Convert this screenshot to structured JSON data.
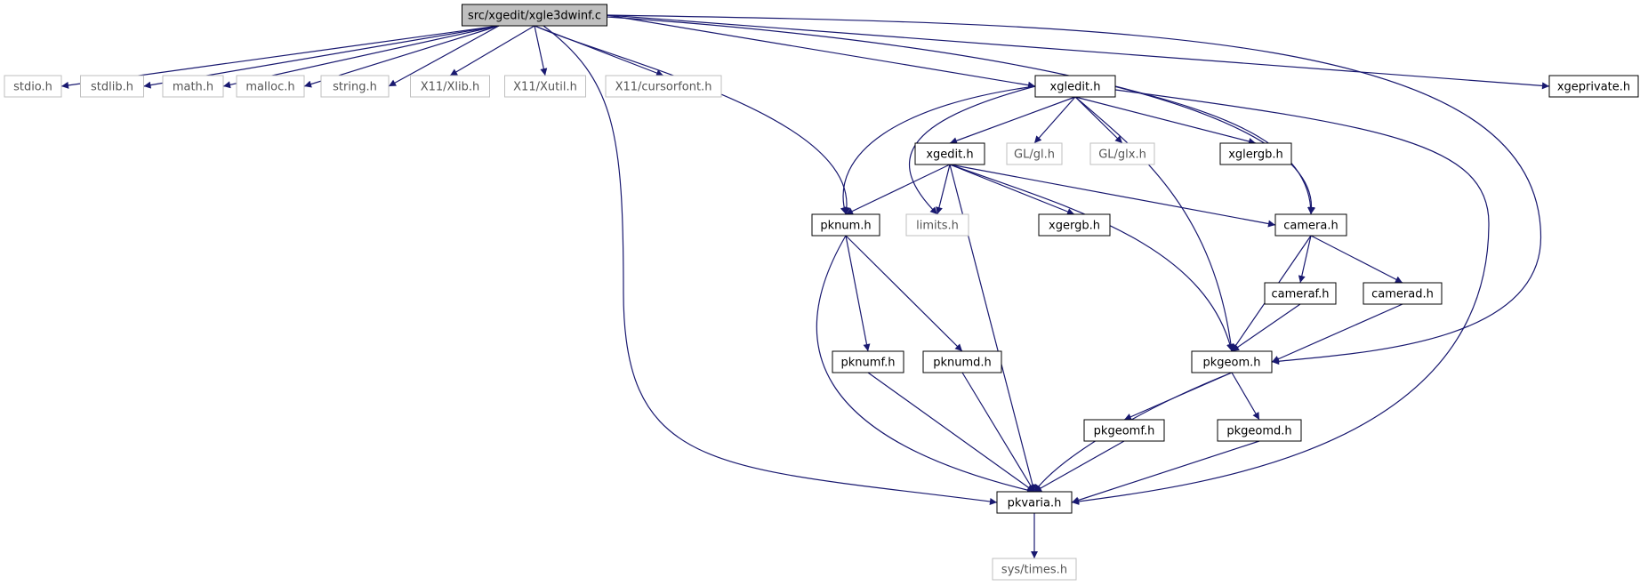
{
  "graph": {
    "title": "src/xgedit/xgle3dwinf.c",
    "colors": {
      "edge": "#191970",
      "border_normal": "#000000",
      "border_external": "#bfbfbf",
      "root_fill": "#bfbfbf",
      "fill": "#ffffff",
      "text_normal": "#000000",
      "text_external": "#555555"
    },
    "nodes": [
      {
        "id": "root",
        "label": "src/xgedit/xgle3dwinf.c",
        "kind": "root"
      },
      {
        "id": "stdio",
        "label": "stdio.h",
        "kind": "external"
      },
      {
        "id": "stdlib",
        "label": "stdlib.h",
        "kind": "external"
      },
      {
        "id": "math",
        "label": "math.h",
        "kind": "external"
      },
      {
        "id": "malloc",
        "label": "malloc.h",
        "kind": "external"
      },
      {
        "id": "string",
        "label": "string.h",
        "kind": "external"
      },
      {
        "id": "xlib",
        "label": "X11/Xlib.h",
        "kind": "external"
      },
      {
        "id": "xutil",
        "label": "X11/Xutil.h",
        "kind": "external"
      },
      {
        "id": "cursorfont",
        "label": "X11/cursorfont.h",
        "kind": "external"
      },
      {
        "id": "xgledit",
        "label": "xgledit.h",
        "kind": "normal"
      },
      {
        "id": "xgeprivate",
        "label": "xgeprivate.h",
        "kind": "normal"
      },
      {
        "id": "xgedit",
        "label": "xgedit.h",
        "kind": "normal"
      },
      {
        "id": "glh",
        "label": "GL/gl.h",
        "kind": "external"
      },
      {
        "id": "glx",
        "label": "GL/glx.h",
        "kind": "external"
      },
      {
        "id": "xglergb",
        "label": "xglergb.h",
        "kind": "normal"
      },
      {
        "id": "pknum",
        "label": "pknum.h",
        "kind": "normal"
      },
      {
        "id": "limits",
        "label": "limits.h",
        "kind": "external"
      },
      {
        "id": "xgergb",
        "label": "xgergb.h",
        "kind": "normal"
      },
      {
        "id": "camera",
        "label": "camera.h",
        "kind": "normal"
      },
      {
        "id": "cameraf",
        "label": "cameraf.h",
        "kind": "normal"
      },
      {
        "id": "camerad",
        "label": "camerad.h",
        "kind": "normal"
      },
      {
        "id": "pknumf",
        "label": "pknumf.h",
        "kind": "normal"
      },
      {
        "id": "pknumd",
        "label": "pknumd.h",
        "kind": "normal"
      },
      {
        "id": "pkgeom",
        "label": "pkgeom.h",
        "kind": "normal"
      },
      {
        "id": "pkgeomf",
        "label": "pkgeomf.h",
        "kind": "normal"
      },
      {
        "id": "pkgeomd",
        "label": "pkgeomd.h",
        "kind": "normal"
      },
      {
        "id": "pkvaria",
        "label": "pkvaria.h",
        "kind": "normal"
      },
      {
        "id": "systimes",
        "label": "sys/times.h",
        "kind": "external"
      }
    ],
    "edges": [
      [
        "root",
        "stdio"
      ],
      [
        "root",
        "stdlib"
      ],
      [
        "root",
        "math"
      ],
      [
        "root",
        "malloc"
      ],
      [
        "root",
        "string"
      ],
      [
        "root",
        "xlib"
      ],
      [
        "root",
        "xutil"
      ],
      [
        "root",
        "cursorfont"
      ],
      [
        "root",
        "xgledit"
      ],
      [
        "root",
        "xgeprivate"
      ],
      [
        "root",
        "pknum"
      ],
      [
        "root",
        "camera"
      ],
      [
        "root",
        "pkgeom"
      ],
      [
        "root",
        "pkvaria"
      ],
      [
        "xgledit",
        "xgedit"
      ],
      [
        "xgledit",
        "glh"
      ],
      [
        "xgledit",
        "glx"
      ],
      [
        "xgledit",
        "xglergb"
      ],
      [
        "xgledit",
        "pknum"
      ],
      [
        "xgledit",
        "limits"
      ],
      [
        "xgledit",
        "camera"
      ],
      [
        "xgledit",
        "pkgeom"
      ],
      [
        "xgledit",
        "pkvaria"
      ],
      [
        "xgedit",
        "pknum"
      ],
      [
        "xgedit",
        "limits"
      ],
      [
        "xgedit",
        "xgergb"
      ],
      [
        "xgedit",
        "camera"
      ],
      [
        "xgedit",
        "pkgeom"
      ],
      [
        "xgedit",
        "pkvaria"
      ],
      [
        "pknum",
        "pknumf"
      ],
      [
        "pknum",
        "pknumd"
      ],
      [
        "pknum",
        "pkvaria"
      ],
      [
        "camera",
        "cameraf"
      ],
      [
        "camera",
        "camerad"
      ],
      [
        "camera",
        "pkgeom"
      ],
      [
        "cameraf",
        "pkgeom"
      ],
      [
        "camerad",
        "pkgeom"
      ],
      [
        "pknumf",
        "pkvaria"
      ],
      [
        "pknumd",
        "pkvaria"
      ],
      [
        "pkgeom",
        "pkgeomf"
      ],
      [
        "pkgeom",
        "pkgeomd"
      ],
      [
        "pkgeom",
        "pkvaria"
      ],
      [
        "pkgeomf",
        "pkvaria"
      ],
      [
        "pkgeomd",
        "pkvaria"
      ],
      [
        "pkvaria",
        "systimes"
      ]
    ]
  }
}
